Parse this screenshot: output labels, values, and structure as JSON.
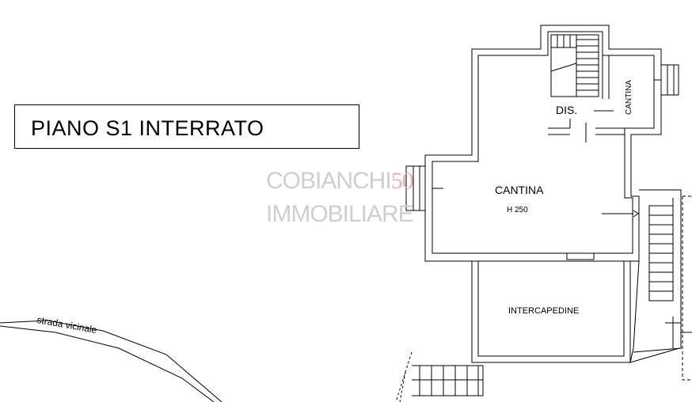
{
  "title": "PIANO S1 INTERRATO",
  "watermark": {
    "line1_text": "COBIANCHI",
    "line1_number": "50",
    "line2": "IMMOBILIARE"
  },
  "rooms": {
    "cantina_main": "CANTINA",
    "cantina_height": "H 250",
    "disimpegno": "DIS.",
    "cantina_small": "CANTINA",
    "intercapedine": "INTERCAPEDINE"
  },
  "road_label": "strada vicinale",
  "colors": {
    "lines": "#000000",
    "watermark_text": "#cfcfcf",
    "watermark_number": "#e7b1b1"
  }
}
